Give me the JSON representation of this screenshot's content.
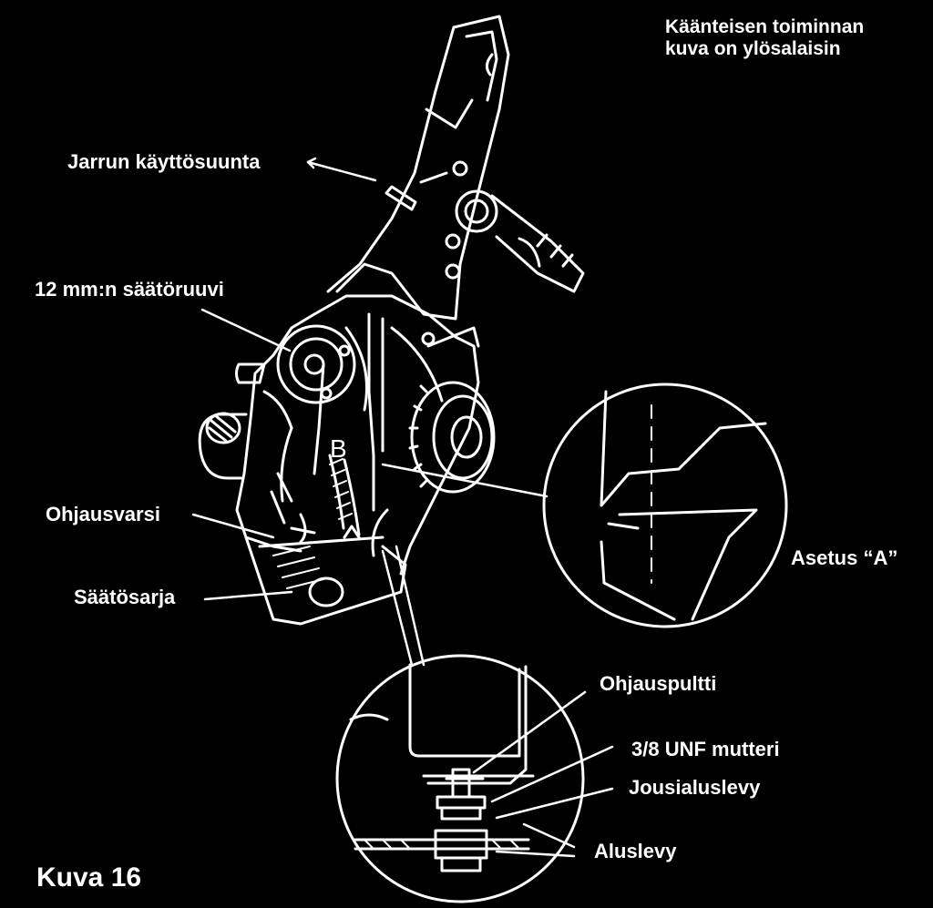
{
  "note": {
    "line1": "Käänteisen toiminnan",
    "line2": "kuva on ylösalaisin"
  },
  "labels": {
    "brake_direction": "Jarrun käyttösuunta",
    "adjust_bolt_12mm": "12 mm:n säätöruuvi",
    "control_arm": "Ohjausvarsi",
    "adjust_kit": "Säätösarja",
    "setting_a": "Asetus “A”",
    "guide_pin": "Ohjauspultti",
    "unf_nut": "3/8 UNF mutteri",
    "spring_washer": "Jousialuslevy",
    "washer": "Aluslevy"
  },
  "part_letter": "B",
  "figure": "Kuva 16",
  "colors": {
    "background": "#000000",
    "ink": "#ffffff"
  }
}
